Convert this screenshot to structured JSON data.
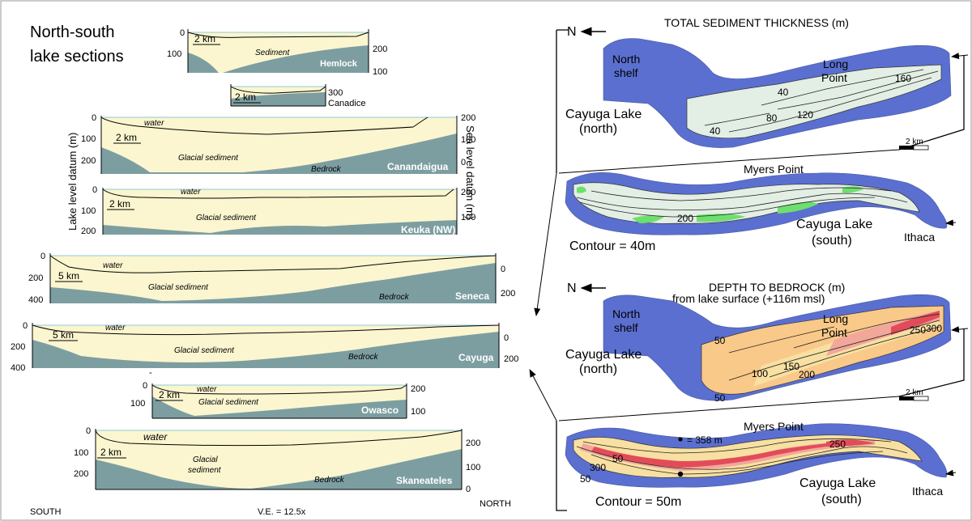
{
  "left": {
    "title_line1": "North-south",
    "title_line2": "lake sections",
    "south_label": "SOUTH",
    "north_label": "NORTH",
    "ve_label": "V.E. = 12.5x",
    "left_axis_label": "Lake level datum (m)",
    "right_axis_label": "Sea level datum (m)",
    "word_water": "water",
    "word_glacial": "Glacial sediment",
    "word_glacial_a": "Glacial",
    "word_glacial_b": "sediment",
    "word_sediment": "Sediment",
    "word_bedrock": "Bedrock",
    "scale_2km": "2 km",
    "scale_5km": "5 km",
    "dash": "-",
    "sections": {
      "hemlock": {
        "name": "Hemlock",
        "left_ticks": [
          "0",
          "100"
        ],
        "right_ticks": [
          "200",
          "100"
        ]
      },
      "canadice": {
        "name": "Canadice",
        "right_ticks": [
          "300"
        ]
      },
      "canandaigua": {
        "name": "Canandaigua",
        "left_ticks": [
          "0",
          "100",
          "200"
        ],
        "right_ticks": [
          "200",
          "100",
          "0"
        ]
      },
      "keuka": {
        "name": "Keuka (NW)",
        "left_ticks": [
          "0",
          "100",
          "200"
        ],
        "right_ticks": [
          "200",
          "100"
        ]
      },
      "seneca": {
        "name": "Seneca",
        "left_ticks": [
          "0",
          "200",
          "400"
        ],
        "right_ticks": [
          "0",
          "200"
        ]
      },
      "cayuga": {
        "name": "Cayuga",
        "left_ticks": [
          "0",
          "200",
          "400"
        ],
        "right_ticks": [
          "0",
          "200"
        ]
      },
      "owasco": {
        "name": "Owasco",
        "left_ticks": [
          "0",
          "100"
        ],
        "right_ticks": [
          "200",
          "100"
        ]
      },
      "skaneateles": {
        "name": "Skaneateles",
        "left_ticks": [
          "0",
          "100",
          "200"
        ],
        "right_ticks": [
          "200",
          "100",
          "0"
        ]
      }
    }
  },
  "right": {
    "top_map": {
      "title": "TOTAL SEDIMENT THICKNESS (m)",
      "north": "N",
      "north_shelf_1": "North",
      "north_shelf_2": "shelf",
      "long_point_1": "Long",
      "long_point_2": "Point",
      "lake_north_1": "Cayuga Lake",
      "lake_north_2": "(north)",
      "contour_labels": [
        "40",
        "80",
        "120",
        "160",
        "40"
      ],
      "scale": "2 km",
      "myers_point": "Myers Point",
      "south_contour_label": "200",
      "lake_south_1": "Cayuga Lake",
      "lake_south_2": "(south)",
      "ithaca": "Ithaca",
      "contour_interval": "Contour = 40m"
    },
    "bottom_map": {
      "title_1": "DEPTH TO BEDROCK (m)",
      "title_2": "from lake surface (+116m msl)",
      "north": "N",
      "north_shelf_1": "North",
      "north_shelf_2": "shelf",
      "long_point_1": "Long",
      "long_point_2": "Point",
      "lake_north_1": "Cayuga Lake",
      "lake_north_2": "(north)",
      "contour_labels": [
        "50",
        "100",
        "150",
        "200",
        "250",
        "300",
        "50"
      ],
      "scale": "2 km",
      "max_depth_note": "= 358 m",
      "myers_point": "Myers Point",
      "south_contour_labels": [
        "50",
        "300",
        "50",
        "250"
      ],
      "lake_south_1": "Cayuga Lake",
      "lake_south_2": "(south)",
      "ithaca": "Ithaca",
      "contour_interval": "Contour = 50m"
    }
  }
}
